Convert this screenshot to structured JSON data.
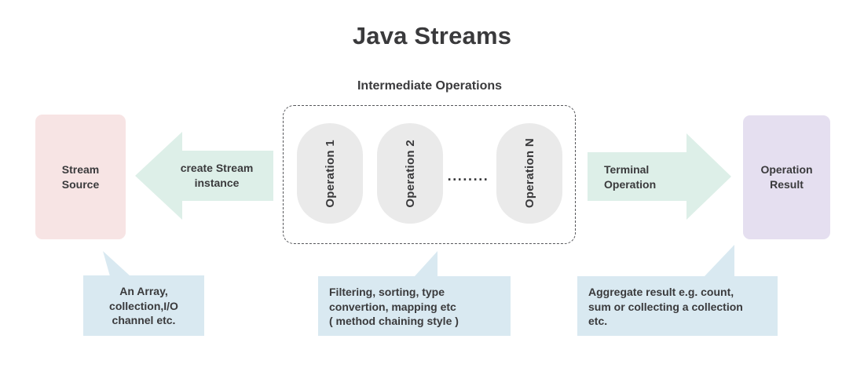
{
  "title": "Java Streams",
  "section_title": "Intermediate Operations",
  "colors": {
    "source_box": "#f7e4e4",
    "result_box": "#e5dff0",
    "arrow": "#ddefe8",
    "pill": "#eaeaea",
    "callout": "#d9e9f1",
    "text": "#3a3a3c",
    "dashed_border": "#55565a"
  },
  "source": {
    "label": "Stream\nSource"
  },
  "result": {
    "label": "Operation\nResult"
  },
  "arrows": {
    "left": {
      "label": "create Stream\ninstance",
      "direction": "left"
    },
    "right": {
      "label": "Terminal\nOperation",
      "direction": "right"
    }
  },
  "operations": [
    {
      "label": "Operation 1"
    },
    {
      "label": "Operation 2"
    },
    {
      "label": "Operation N"
    }
  ],
  "ops_ellipsis": "........",
  "callouts": [
    {
      "text": "An Array,\ncollection,I/O\nchannel etc."
    },
    {
      "text": "Filtering, sorting, type\nconvertion, mapping etc\n( method chaining style )"
    },
    {
      "text": "Aggregate result e.g. count,\nsum or collecting a collection\netc."
    }
  ]
}
